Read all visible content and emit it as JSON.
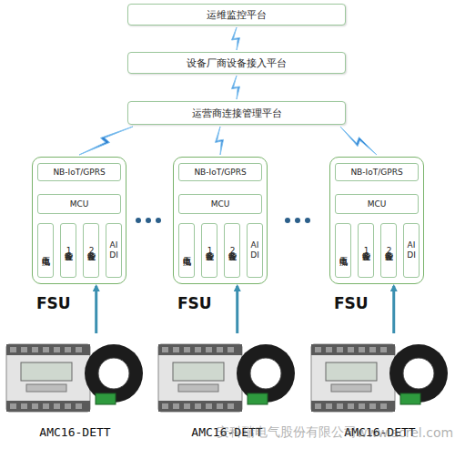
{
  "diagram": {
    "nodes": [
      {
        "text": [
          "运维监控平台"
        ]
      },
      {
        "text": [
          "设备厂商设备接入平台"
        ]
      },
      {
        "text": [
          "运营商连接管理平台"
        ]
      },
      {
        "text": [
          "FSU"
        ]
      },
      {
        "text": [
          "NB-IoT/GPRS"
        ],
        "in": 3
      },
      {
        "text": [
          "MCU"
        ],
        "in": 3
      },
      {
        "text": [
          "电压电流"
        ],
        "in": 3
      },
      {
        "text": [
          "智能设备1"
        ],
        "in": 3
      },
      {
        "text": [
          "智能设备2"
        ],
        "in": 3
      },
      {
        "text": [
          "AI DI"
        ],
        "in": 3
      },
      {
        "text": [
          "FSU"
        ]
      },
      {
        "text": [
          "NB-IoT/GPRS"
        ],
        "in": 10
      },
      {
        "text": [
          "MCU"
        ],
        "in": 10
      },
      {
        "text": [
          "电压电流"
        ],
        "in": 10
      },
      {
        "text": [
          "智能设备1"
        ],
        "in": 10
      },
      {
        "text": [
          "智能设备2"
        ],
        "in": 10
      },
      {
        "text": [
          "AI DI"
        ],
        "in": 10
      },
      {
        "text": [
          "FSU"
        ]
      },
      {
        "text": [
          "NB-IoT/GPRS"
        ],
        "in": 17
      },
      {
        "text": [
          "MCU"
        ],
        "in": 17
      },
      {
        "text": [
          "电压电流"
        ],
        "in": 17
      },
      {
        "text": [
          "智能设备1"
        ],
        "in": 17
      },
      {
        "text": [
          "智能设备2"
        ],
        "in": 17
      },
      {
        "text": [
          "AI DI"
        ],
        "in": 17
      },
      {
        "text": [
          "AMC16-DETT"
        ]
      },
      {
        "text": [
          "AMC16-DETT"
        ]
      },
      {
        "text": [
          "AMC16-DETT"
        ]
      }
    ],
    "edges": [
      {
        "from": 0,
        "to": 1,
        "arrow": "none"
      },
      {
        "from": 1,
        "to": 2,
        "arrow": "none"
      },
      {
        "from": 3,
        "to": 2,
        "arrow": "none"
      },
      {
        "from": 10,
        "to": 2,
        "arrow": "none"
      },
      {
        "from": 17,
        "to": 2,
        "arrow": "none"
      },
      {
        "from": 24,
        "to": 3,
        "arrow": "to"
      },
      {
        "from": 25,
        "to": 10,
        "arrow": "to"
      },
      {
        "from": 26,
        "to": 17,
        "arrow": "to"
      }
    ],
    "labels": [
      "安科瑞电气股份有限公司",
      "www.acrel.com"
    ]
  }
}
